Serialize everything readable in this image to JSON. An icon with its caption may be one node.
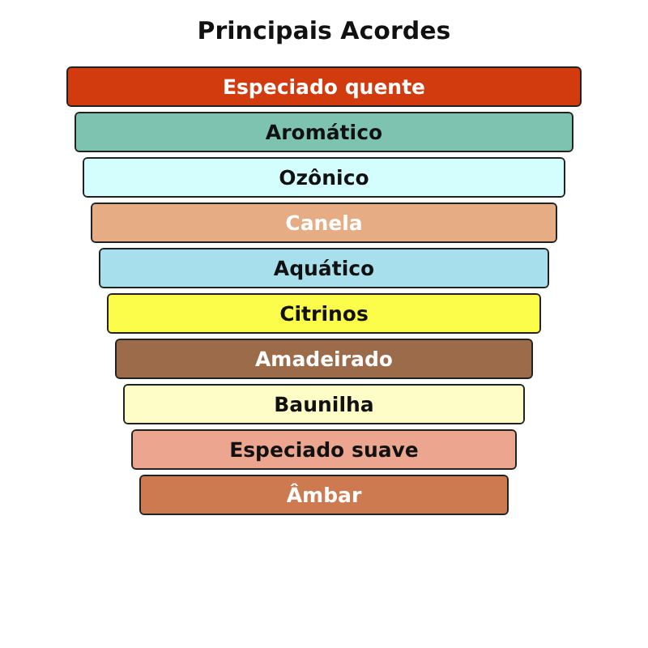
{
  "diagram": {
    "title": "Principais Acordes",
    "nodes": [
      {
        "text": [
          "Especiado quente"
        ]
      },
      {
        "text": [
          "Aromático"
        ]
      },
      {
        "text": [
          "Ozônico"
        ]
      },
      {
        "text": [
          "Canela"
        ]
      },
      {
        "text": [
          "Aquático"
        ]
      },
      {
        "text": [
          "Citrinos"
        ]
      },
      {
        "text": [
          "Amadeirado"
        ]
      },
      {
        "text": [
          "Baunilha"
        ]
      },
      {
        "text": [
          "Especiado suave"
        ]
      },
      {
        "text": [
          "Âmbar"
        ]
      }
    ]
  }
}
